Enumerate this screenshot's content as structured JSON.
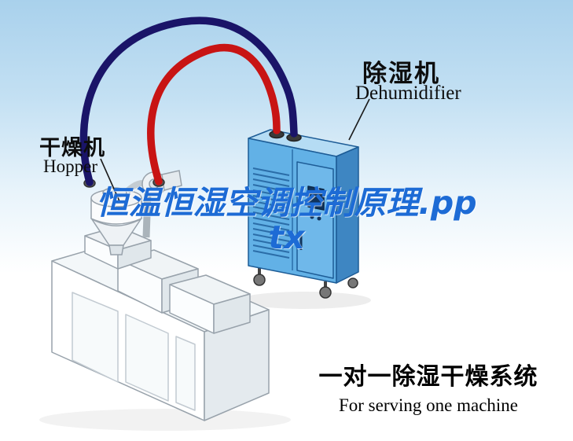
{
  "machine_label": {
    "cn": "干燥机",
    "en": "Hopper"
  },
  "dehumidifier_label": {
    "cn": "除湿机",
    "en": "Dehumidifier"
  },
  "watermark": {
    "line1": "恒温恒湿空调控制原理.pp",
    "line2": "tx"
  },
  "caption": {
    "cn": "一对一除湿干燥系统",
    "en": "For serving one machine"
  },
  "colors": {
    "pipe_red": "#c81414",
    "pipe_navy": "#1a1468",
    "watermark_blue": "#1d6bd5",
    "dehumidifier_front": "#62b1e6",
    "dehumidifier_side": "#3e86c2",
    "dehumidifier_top": "#b5dcf4",
    "sky_top": "#a9d1ec"
  }
}
